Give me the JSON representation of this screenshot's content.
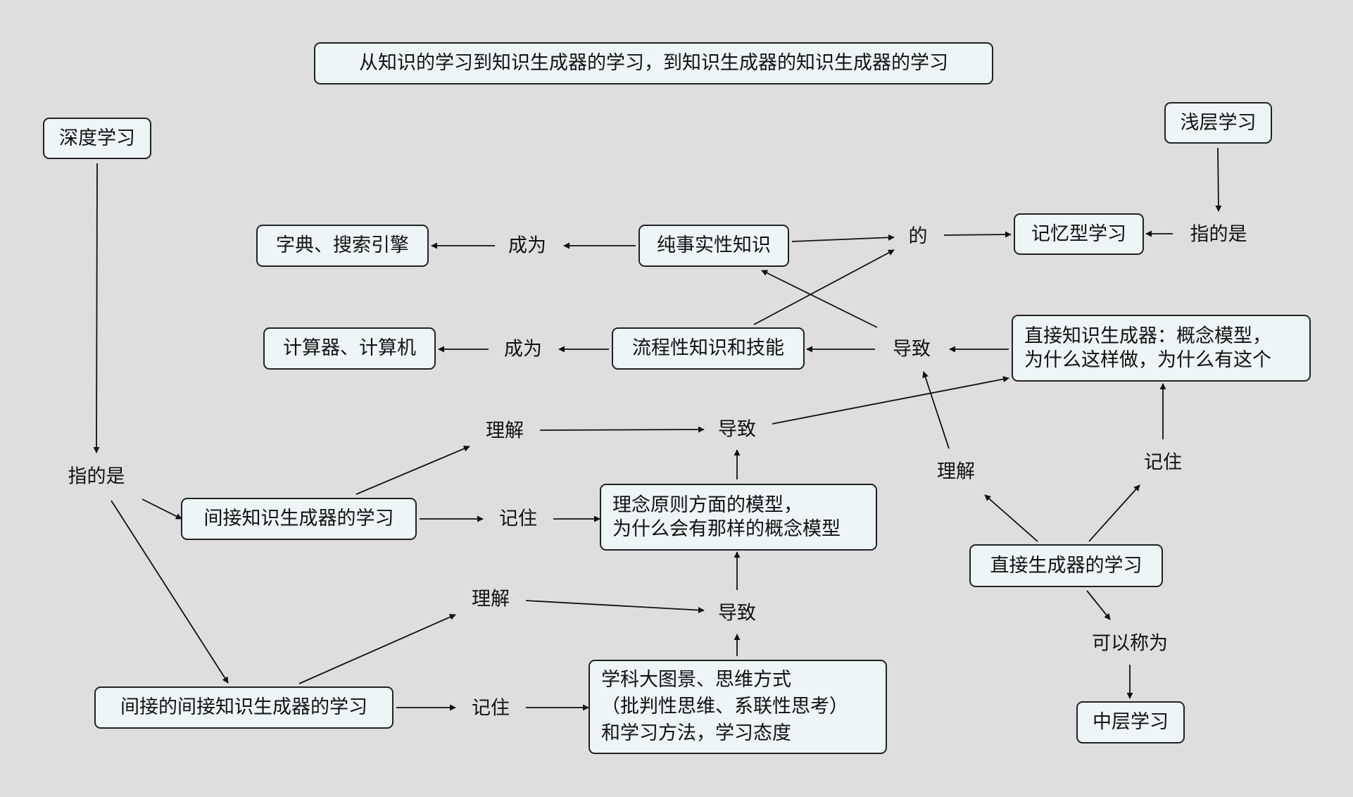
{
  "title": "从知识的学习到知识生成器的学习，到知识生成器的知识生成器的学习",
  "nodes": {
    "deep_learning": "深度学习",
    "shallow_learning": "浅层学习",
    "dictionary": "字典、搜索引擎",
    "become_1": "成为",
    "pure_fact": "纯事实性知识",
    "of": "的",
    "memory_learning": "记忆型学习",
    "refers_shallow": "指的是",
    "calculator": "计算器、计算机",
    "become_2": "成为",
    "procedural": "流程性知识和技能",
    "lead_1": "导致",
    "direct_generator": "直接知识生成器：概念模型，\n为什么这样做，为什么有这个",
    "refers_deep": "指的是",
    "understand_1": "理解",
    "lead_2": "导致",
    "indirect_learning": "间接知识生成器的学习",
    "remember_1": "记住",
    "principle_model": "理念原则方面的模型，\n为什么会有那样的概念模型",
    "understand_right": "理解",
    "remember_right": "记住",
    "direct_gen_learning": "直接生成器的学习",
    "understand_2": "理解",
    "lead_3": "导致",
    "can_be_called": "可以称为",
    "indirect_indirect": "间接的间接知识生成器的学习",
    "remember_2": "记住",
    "big_picture": "学科大图景、思维方式\n（批判性思维、系联性思考）\n和学习方法，学习态度",
    "middle_learning": "中层学习"
  },
  "colors": {
    "background": "#dedede",
    "node_fill": "#eef5f7",
    "stroke": "#222222"
  }
}
